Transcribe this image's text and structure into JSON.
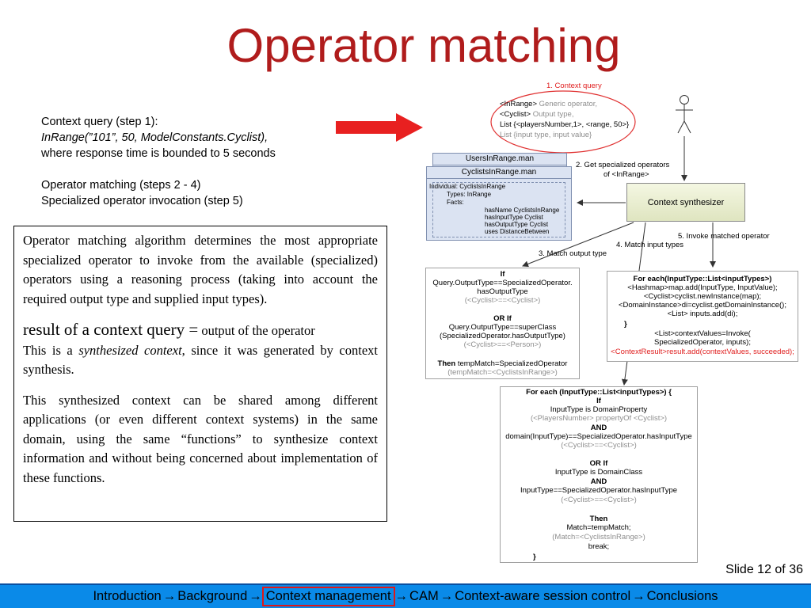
{
  "slide": {
    "title": "Operator matching",
    "number_text": "Slide 12 of 36"
  },
  "context_text": {
    "line1": "Context query (step 1):",
    "line2": "InRange(”101”, 50, ModelConstants.Cyclist),",
    "line3": "where response time is bounded to 5 seconds",
    "line4": "Operator matching (steps 2 - 4)",
    "line5": "Specialized operator invocation (step 5)"
  },
  "box": {
    "para1": "Operator matching algorithm determines the most appropriate specialized operator to invoke from the available (specialized) operators using a reasoning process (taking into account the required output type and supplied input types).",
    "para2_big": "result of a context query =",
    "para2_rest": " output of the operator",
    "para2_line2_a": "This is a ",
    "para2_line2_it": "synthesized context",
    "para2_line2_b": ", since it was generated by context synthesis.",
    "para3": "This synthesized context can be shared among different applications (or even different context systems) in the same domain, using the same “functions” to synthesize context information and without being concerned about implementation of these functions."
  },
  "diagram": {
    "step1_label": "1. Context query",
    "query": {
      "l1a": "<InRange>",
      "l1b": " Generic operator,",
      "l2a": "<Cyclist>",
      "l2b": " Output type,",
      "l3": "List {<playersNumber,1>, <range, 50>}",
      "l4": "List {input type, input value}"
    },
    "users_file": "UsersInRange.man",
    "cyclists_file": "CyclistsInRange.man",
    "file_lines": {
      "l1": "Individual: CyclistsInRange",
      "l2": "Types: InRange",
      "l3": "Facts:",
      "l4": "hasName CyclistsInRange",
      "l5": "hasInputType Cyclist",
      "l6": "hasOutputType Cyclist",
      "l7": "uses DistanceBetween"
    },
    "step2_label_l1": "2. Get specialized operators",
    "step2_label_l2": "of <InRange>",
    "synthesizer": "Context synthesizer",
    "step3_label": "3. Match output type",
    "step4_label": "4. Match input types",
    "step5_label": "5. Invoke matched operator",
    "box_output": {
      "l1": "If",
      "l2": "Query.OutputType==SpecializedOperator.",
      "l3": "hasOutputType",
      "l4": "(<Cyclist>==<Cyclist>)",
      "l5": "OR  If",
      "l6": "Query.OutputType==superClass",
      "l7": "(SpecializedOperator.hasOutputType)",
      "l8": "(<Cyclist>==<Person>)",
      "l9a": "Then",
      "l9b": " tempMatch=SpecializedOperator",
      "l10": "(tempMatch=<CyclistsInRange>)"
    },
    "box_invoke": {
      "l1": "For each(InputType::List<inputTypes>)",
      "l2": "<Hashmap>map.add(InputType, InputValue);",
      "l3": "<Cyclist>cyclist.newInstance(map);",
      "l4": "<DomainInstance>di=cyclist.getDomainInstance();",
      "l5": "<List> inputs.add(di);",
      "l6": "}",
      "l7": "<List>contextValues=Invoke(",
      "l8": "SpecializedOperator, inputs);",
      "l9": "<ContextResult>result.add(contextValues, succeeded);"
    },
    "box_input": {
      "l1": "For each (InputType::List<inputTypes>) {",
      "l2": "If",
      "l3": "InputType is DomainProperty",
      "l4": "(<PlayersNumber> propertyOf <Cyclist>)",
      "l5": "AND",
      "l6": "domain(InputType)==SpecializedOperator.hasInputType",
      "l7": "(<Cyclist>==<Cyclist>)",
      "l8": "OR  If",
      "l9": "InputType is DomainClass",
      "l10": "AND",
      "l11": "InputType==SpecializedOperator.hasInputType",
      "l12": "(<Cyclist>==<Cyclist>)",
      "l13": "Then",
      "l14": "Match=tempMatch;",
      "l15": "(Match=<CyclistsInRange>)",
      "l16": "break;",
      "l17": "}"
    }
  },
  "footer": {
    "items": [
      "Introduction",
      "Background",
      "Context management",
      "CAM",
      "Context-aware session control",
      "Conclusions"
    ],
    "arrow": "→",
    "active_index": 2
  },
  "colors": {
    "title": "#b01c1c",
    "footer_bg": "#0a8ae8",
    "highlight": "#e01818",
    "arrow": "#e82020"
  }
}
